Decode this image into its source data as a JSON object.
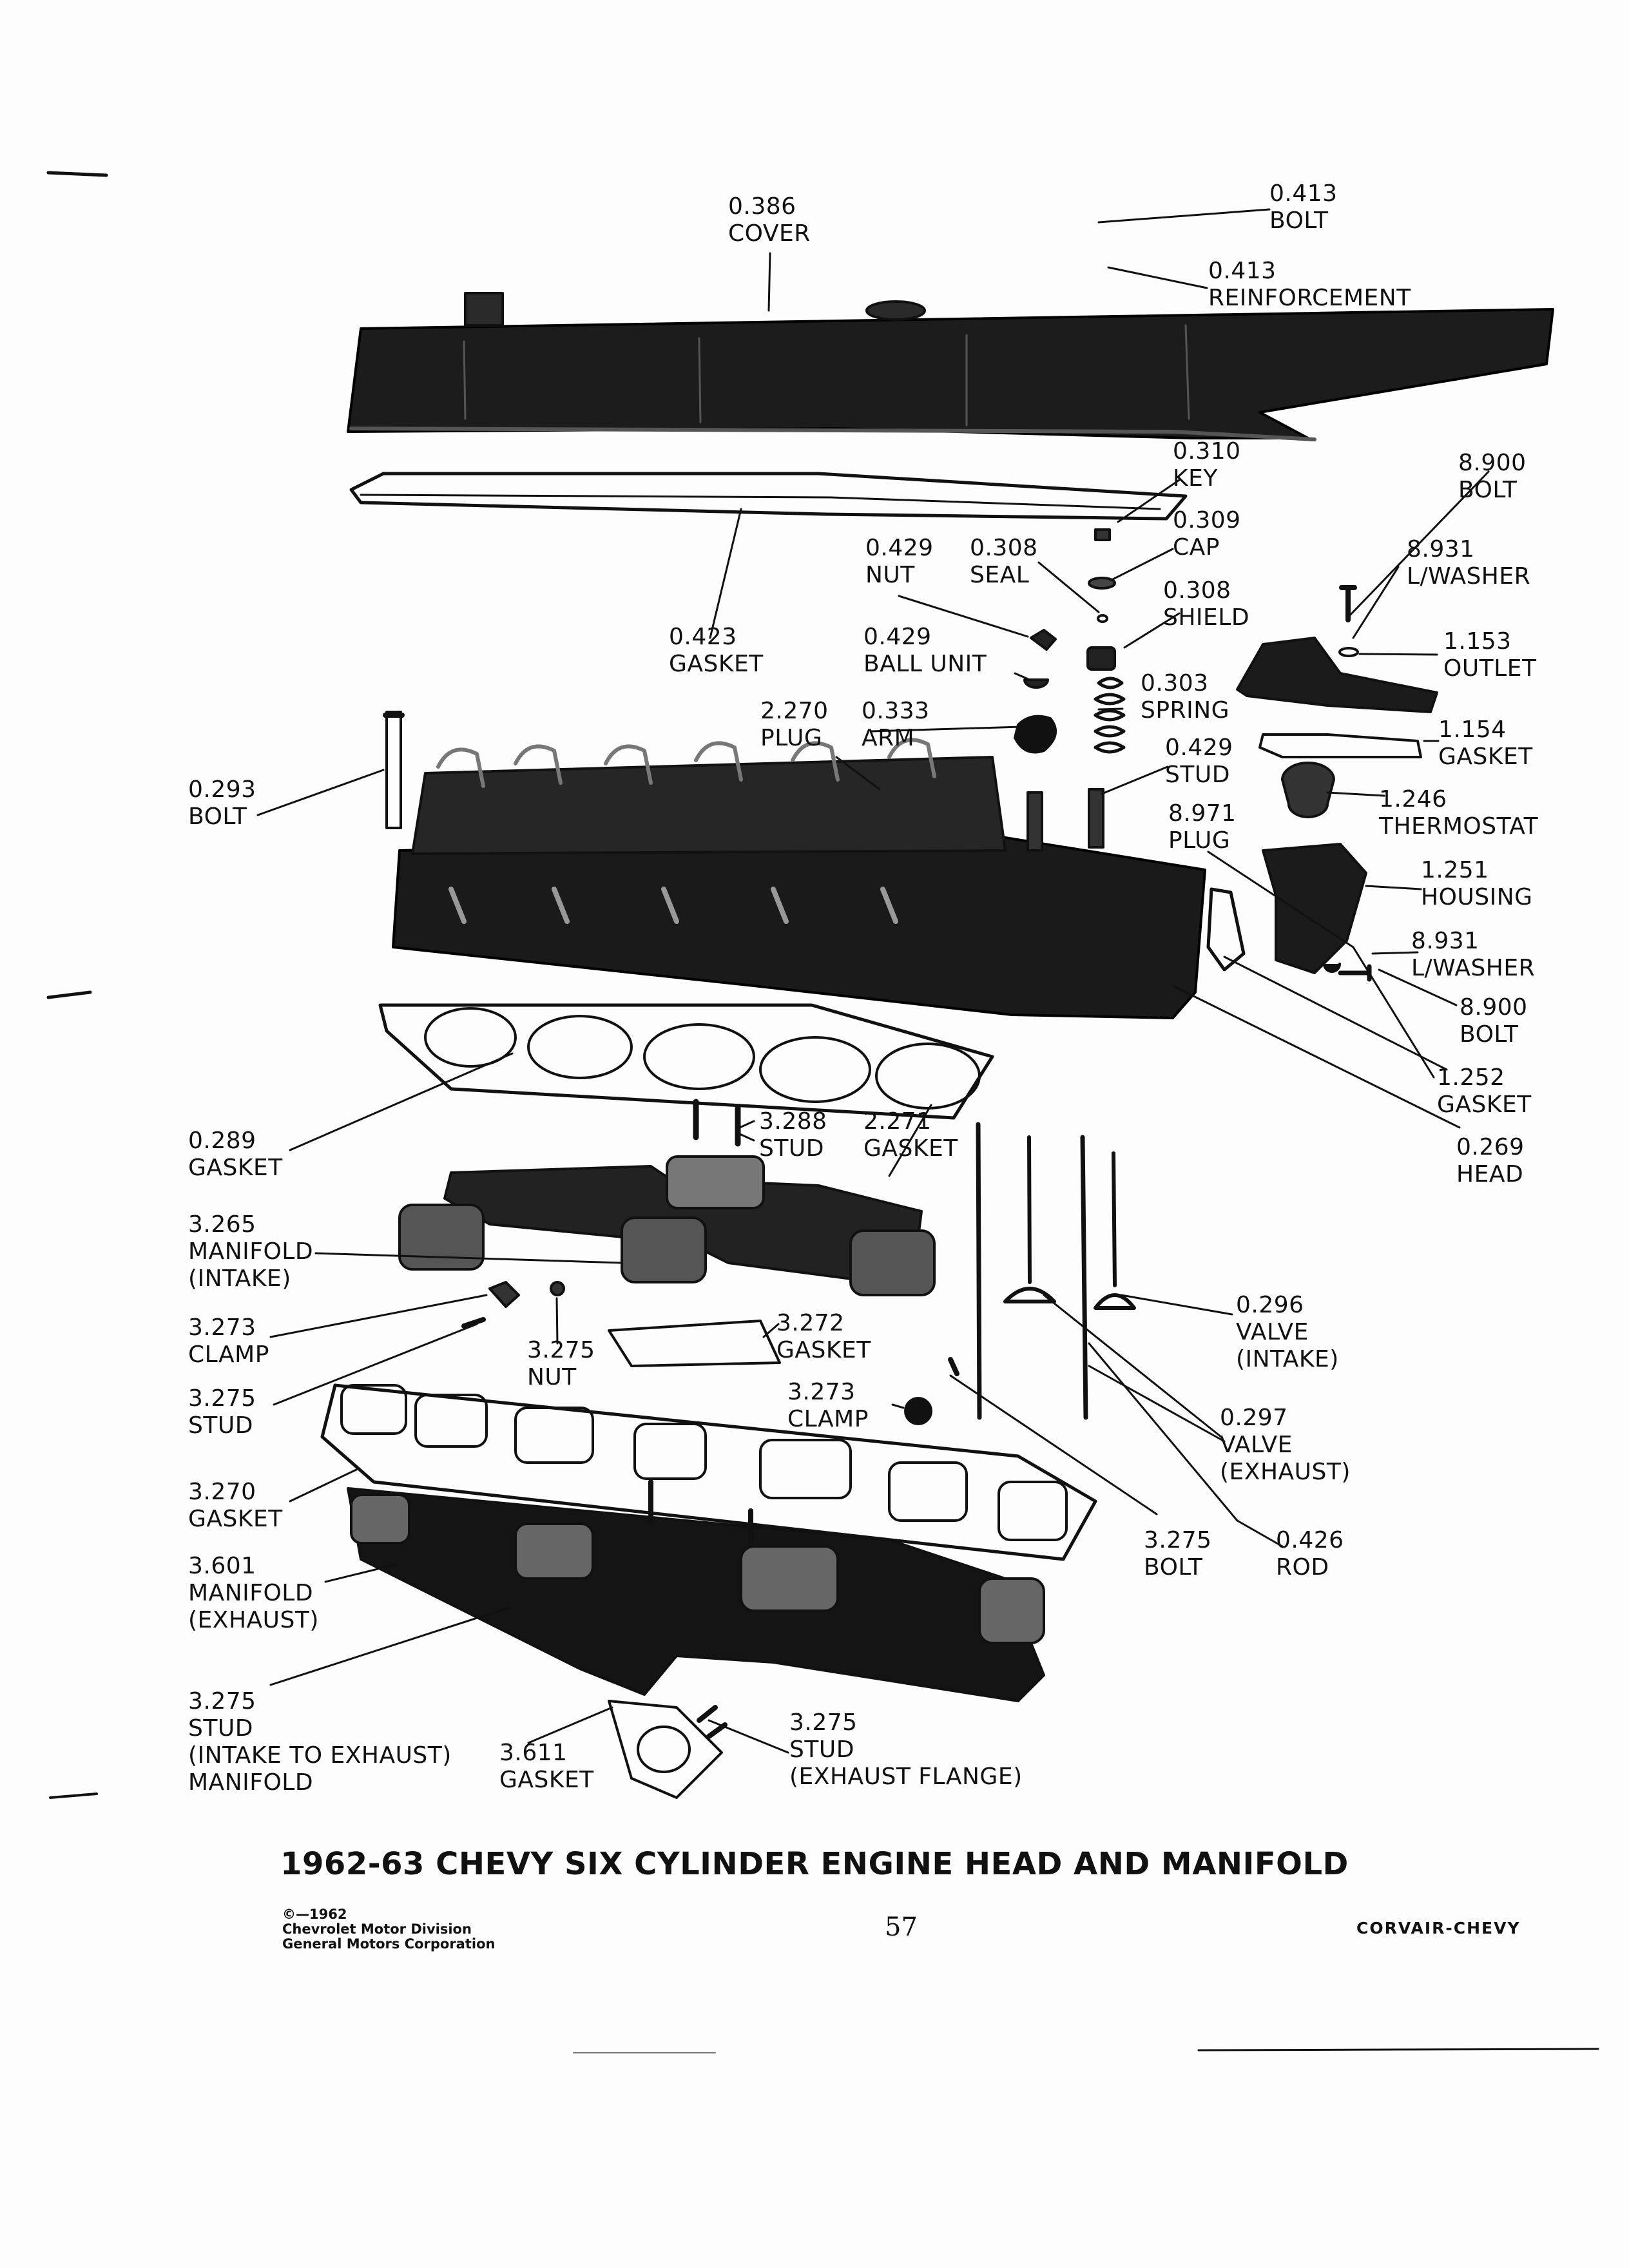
{
  "title": "1962-63 CHEVY SIX CYLINDER ENGINE HEAD AND MANIFOLD",
  "page_number": "57",
  "footer_right": "CORVAIR-CHEVY",
  "copyright": [
    "©—1962",
    "Chevrolet Motor Division",
    "General Motors Corporation"
  ],
  "callouts": {
    "cover": {
      "number": "0.386",
      "name": [
        "COVER"
      ]
    },
    "bolt_top": {
      "number": "0.413",
      "name": [
        "BOLT"
      ]
    },
    "reinf": {
      "number": "0.413",
      "name": [
        "REINFORCEMENT"
      ]
    },
    "key": {
      "number": "0.310",
      "name": [
        "KEY"
      ]
    },
    "cap": {
      "number": "0.309",
      "name": [
        "CAP"
      ]
    },
    "nut": {
      "number": "0.429",
      "name": [
        "NUT"
      ]
    },
    "seal": {
      "number": "0.308",
      "name": [
        "SEAL"
      ]
    },
    "shield": {
      "number": "0.308",
      "name": [
        "SHIELD"
      ]
    },
    "gasket_cov": {
      "number": "0.423",
      "name": [
        "GASKET"
      ]
    },
    "ball": {
      "number": "0.429",
      "name": [
        "BALL UNIT"
      ]
    },
    "spring": {
      "number": "0.303",
      "name": [
        "SPRING"
      ]
    },
    "plug_a": {
      "number": "2.270",
      "name": [
        "PLUG"
      ]
    },
    "arm": {
      "number": "0.333",
      "name": [
        "ARM"
      ]
    },
    "stud_r": {
      "number": "0.429",
      "name": [
        "STUD"
      ]
    },
    "plug_b": {
      "number": "8.971",
      "name": [
        "PLUG"
      ]
    },
    "bolt_head": {
      "number": "0.293",
      "name": [
        "BOLT"
      ]
    },
    "bolt_89": {
      "number": "8.900",
      "name": [
        "BOLT"
      ]
    },
    "lwash_a": {
      "number": "8.931",
      "name": [
        "L/WASHER"
      ]
    },
    "outlet": {
      "number": "1.153",
      "name": [
        "OUTLET"
      ]
    },
    "gasket_out": {
      "number": "1.154",
      "name": [
        "GASKET"
      ]
    },
    "thermo": {
      "number": "1.246",
      "name": [
        "THERMOSTAT"
      ]
    },
    "housing": {
      "number": "1.251",
      "name": [
        "HOUSING"
      ]
    },
    "lwash_b": {
      "number": "8.931",
      "name": [
        "L/WASHER"
      ]
    },
    "bolt_89b": {
      "number": "8.900",
      "name": [
        "BOLT"
      ]
    },
    "gasket_hs": {
      "number": "1.252",
      "name": [
        "GASKET"
      ]
    },
    "head": {
      "number": "0.269",
      "name": [
        "HEAD"
      ]
    },
    "gasket_head": {
      "number": "0.289",
      "name": [
        "GASKET"
      ]
    },
    "stud_328": {
      "number": "3.288",
      "name": [
        "STUD"
      ]
    },
    "gasket_271": {
      "number": "2.271",
      "name": [
        "GASKET"
      ]
    },
    "manifold_in": {
      "number": "3.265",
      "name": [
        "MANIFOLD",
        "(INTAKE)"
      ]
    },
    "clamp_l": {
      "number": "3.273",
      "name": [
        "CLAMP"
      ]
    },
    "stud_l": {
      "number": "3.275",
      "name": [
        "STUD"
      ]
    },
    "nut_375": {
      "number": "3.275",
      "name": [
        "NUT"
      ]
    },
    "gasket_372": {
      "number": "3.272",
      "name": [
        "GASKET"
      ]
    },
    "clamp_r": {
      "number": "3.273",
      "name": [
        "CLAMP"
      ]
    },
    "valve_in": {
      "number": "0.296",
      "name": [
        "VALVE",
        "(INTAKE)"
      ]
    },
    "valve_ex": {
      "number": "0.297",
      "name": [
        "VALVE",
        "(EXHAUST)"
      ]
    },
    "gasket_370": {
      "number": "3.270",
      "name": [
        "GASKET"
      ]
    },
    "manifold_ex": {
      "number": "3.601",
      "name": [
        "MANIFOLD",
        "(EXHAUST)"
      ]
    },
    "bolt_375": {
      "number": "3.275",
      "name": [
        "BOLT"
      ]
    },
    "rod": {
      "number": "0.426",
      "name": [
        "ROD"
      ]
    },
    "stud_ie": {
      "number": "3.275",
      "name": [
        "STUD",
        "(INTAKE TO EXHAUST)",
        "MANIFOLD"
      ]
    },
    "gasket_611": {
      "number": "3.611",
      "name": [
        "GASKET"
      ]
    },
    "stud_flange": {
      "number": "3.275",
      "name": [
        "STUD",
        "(EXHAUST FLANGE)"
      ]
    }
  }
}
